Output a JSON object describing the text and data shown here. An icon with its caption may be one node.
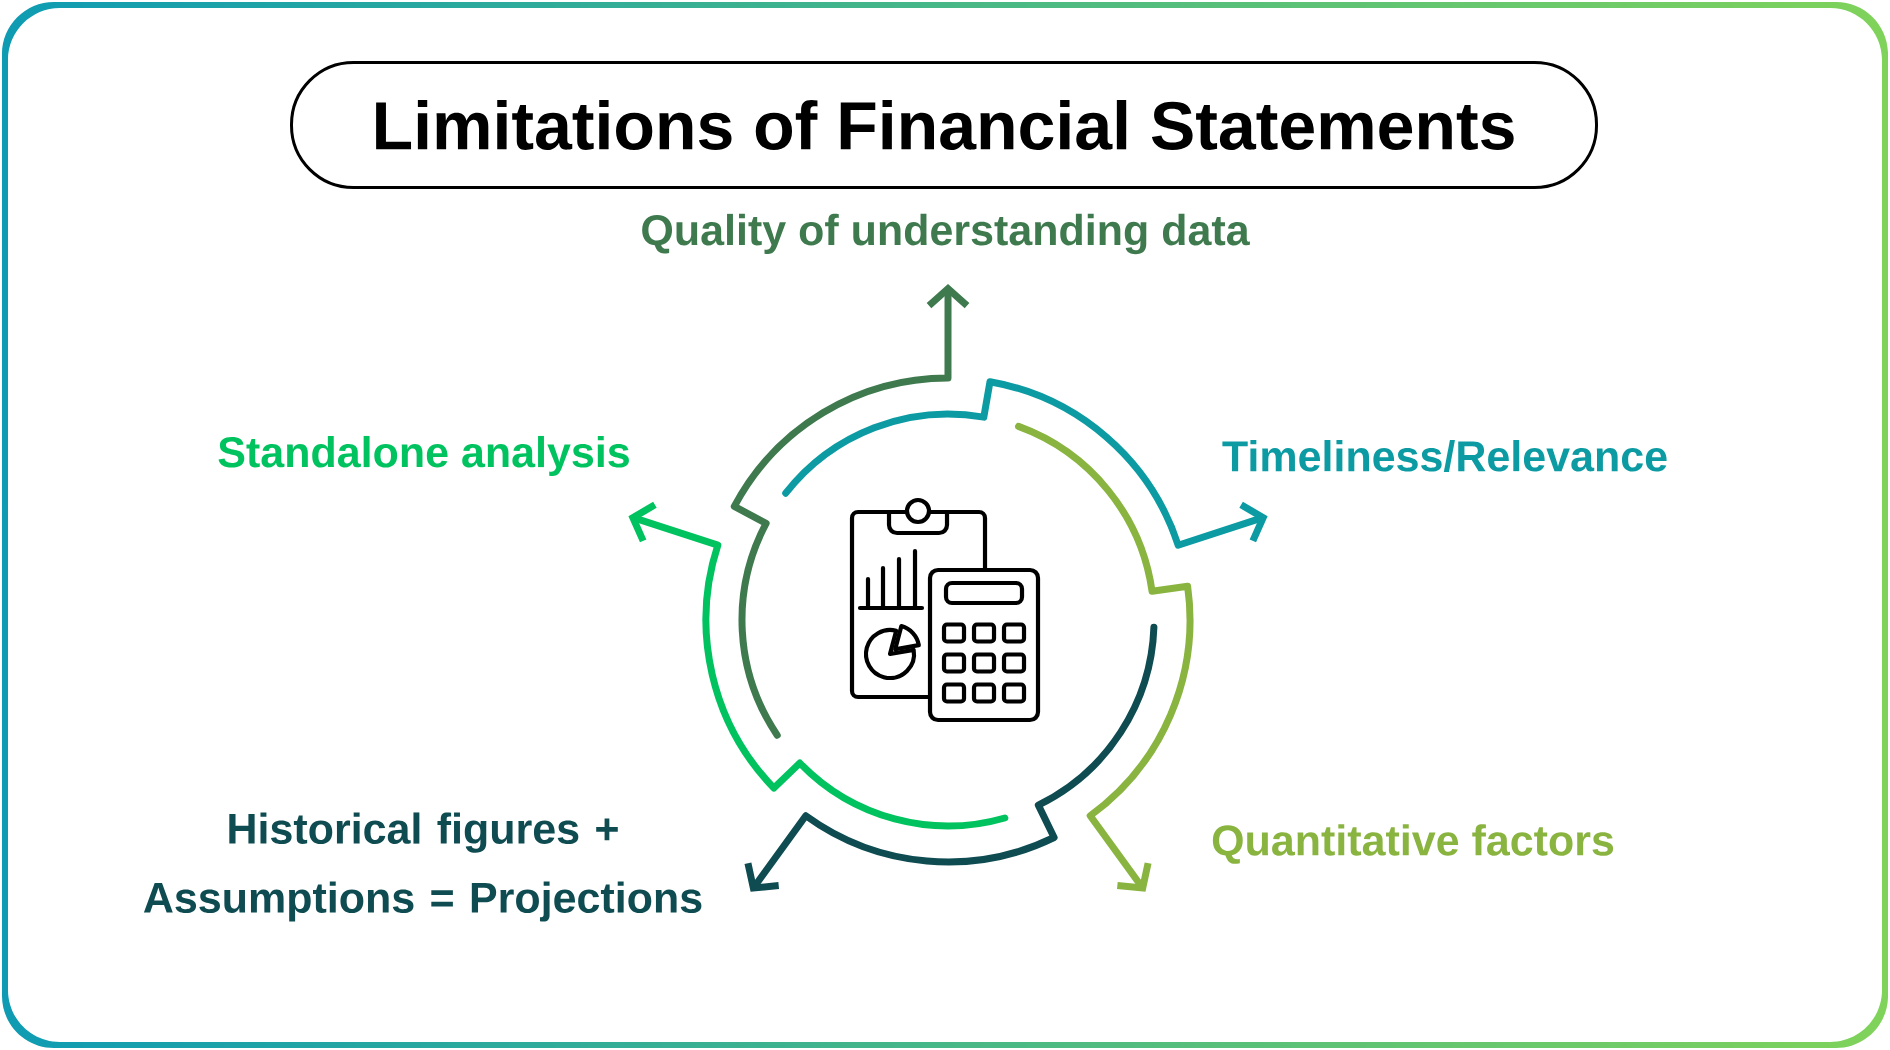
{
  "diagram": {
    "title": "Limitations of Financial Statements",
    "nodes": [
      {
        "text": [
          "Quality of understanding data"
        ]
      },
      {
        "text": [
          "Standalone analysis"
        ]
      },
      {
        "text": [
          "Timeliness/Relevance"
        ]
      },
      {
        "text": [
          "Historical figures + Assumptions = Projections"
        ]
      },
      {
        "text": [
          "Quantitative factors"
        ]
      }
    ],
    "edges": [
      {
        "from": null,
        "to": 0,
        "arrow": "to",
        "color": "#3e7a4e"
      },
      {
        "from": null,
        "to": 2,
        "arrow": "to",
        "color": "#0c9ba3"
      },
      {
        "from": null,
        "to": 4,
        "arrow": "to",
        "color": "#8ab440"
      },
      {
        "from": null,
        "to": 3,
        "arrow": "to",
        "color": "#0f4c52"
      },
      {
        "from": null,
        "to": 1,
        "arrow": "to",
        "color": "#00c35f"
      }
    ]
  }
}
